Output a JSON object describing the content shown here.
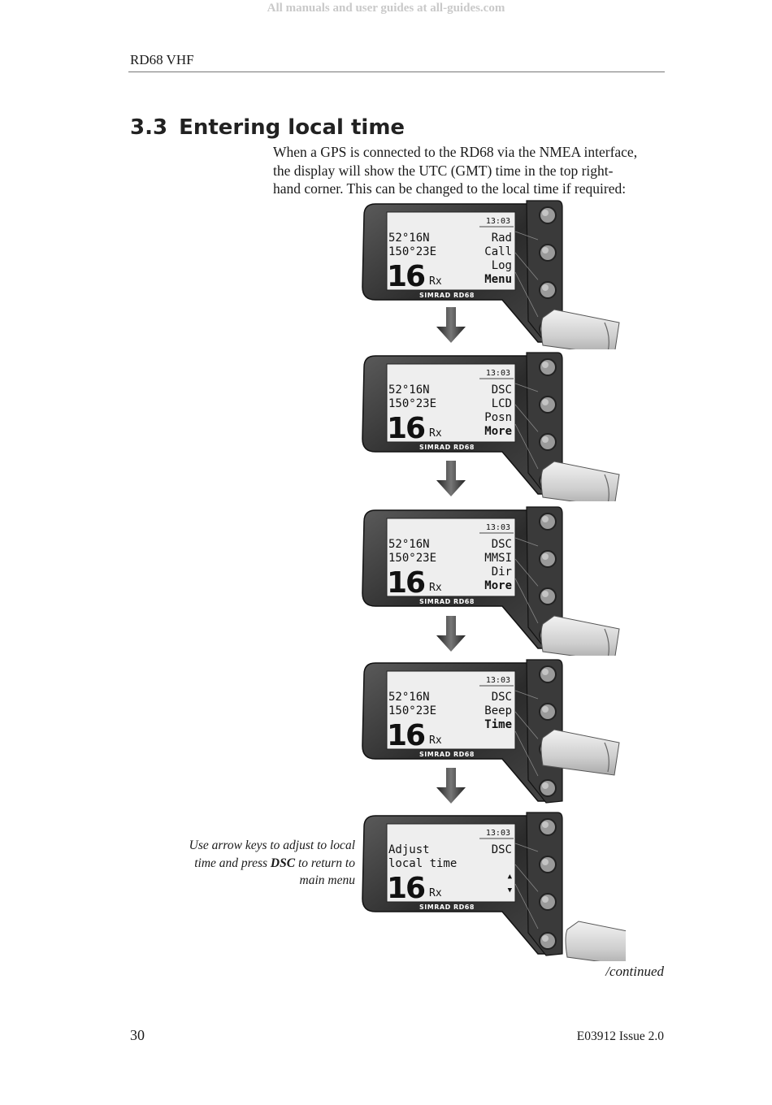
{
  "watermark": "All manuals and user guides at all-guides.com",
  "header": {
    "running_title": "RD68 VHF"
  },
  "section": {
    "number": "3.3",
    "title": "Entering local time"
  },
  "intro_lines": [
    "When a GPS is connected to the RD68 via the NMEA interface,",
    "the display will show the UTC (GMT) time in the top right-",
    "hand corner. This can be changed to the local time if required:"
  ],
  "brand_label": "SIMRAD RD68",
  "screens": [
    {
      "time": "13:03",
      "left_lines": [
        "52°16N",
        "150°23E"
      ],
      "channel": "16",
      "mode": "Rx",
      "softkeys": [
        "Rad",
        "Call",
        "Log",
        "Menu"
      ],
      "bold_key": 3,
      "pressed_button": 3
    },
    {
      "time": "13:03",
      "left_lines": [
        "52°16N",
        "150°23E"
      ],
      "channel": "16",
      "mode": "Rx",
      "softkeys": [
        "DSC",
        "LCD",
        "Posn",
        "More"
      ],
      "bold_key": 3,
      "pressed_button": 3
    },
    {
      "time": "13:03",
      "left_lines": [
        "52°16N",
        "150°23E"
      ],
      "channel": "16",
      "mode": "Rx",
      "softkeys": [
        "DSC",
        "MMSI",
        "Dir",
        "More"
      ],
      "bold_key": 3,
      "pressed_button": 3
    },
    {
      "time": "13:03",
      "left_lines": [
        "52°16N",
        "150°23E"
      ],
      "channel": "16",
      "mode": "Rx",
      "softkeys": [
        "DSC",
        "Beep",
        "Time",
        ""
      ],
      "bold_key": 2,
      "pressed_button": 2
    },
    {
      "time": "13:03",
      "left_lines": [
        "Adjust",
        "local time"
      ],
      "channel": "16",
      "mode": "Rx",
      "softkeys": [
        "DSC",
        "",
        "▲",
        "▼"
      ],
      "bold_key": -1,
      "pressed_button": 3
    }
  ],
  "caption": {
    "pre": "Use arrow keys to adjust to local time and press",
    "bold": "DSC",
    "post": "to return to main menu"
  },
  "continued": "/continued",
  "footer": {
    "page_number": "30",
    "doc_ref": "E03912  Issue 2.0"
  }
}
